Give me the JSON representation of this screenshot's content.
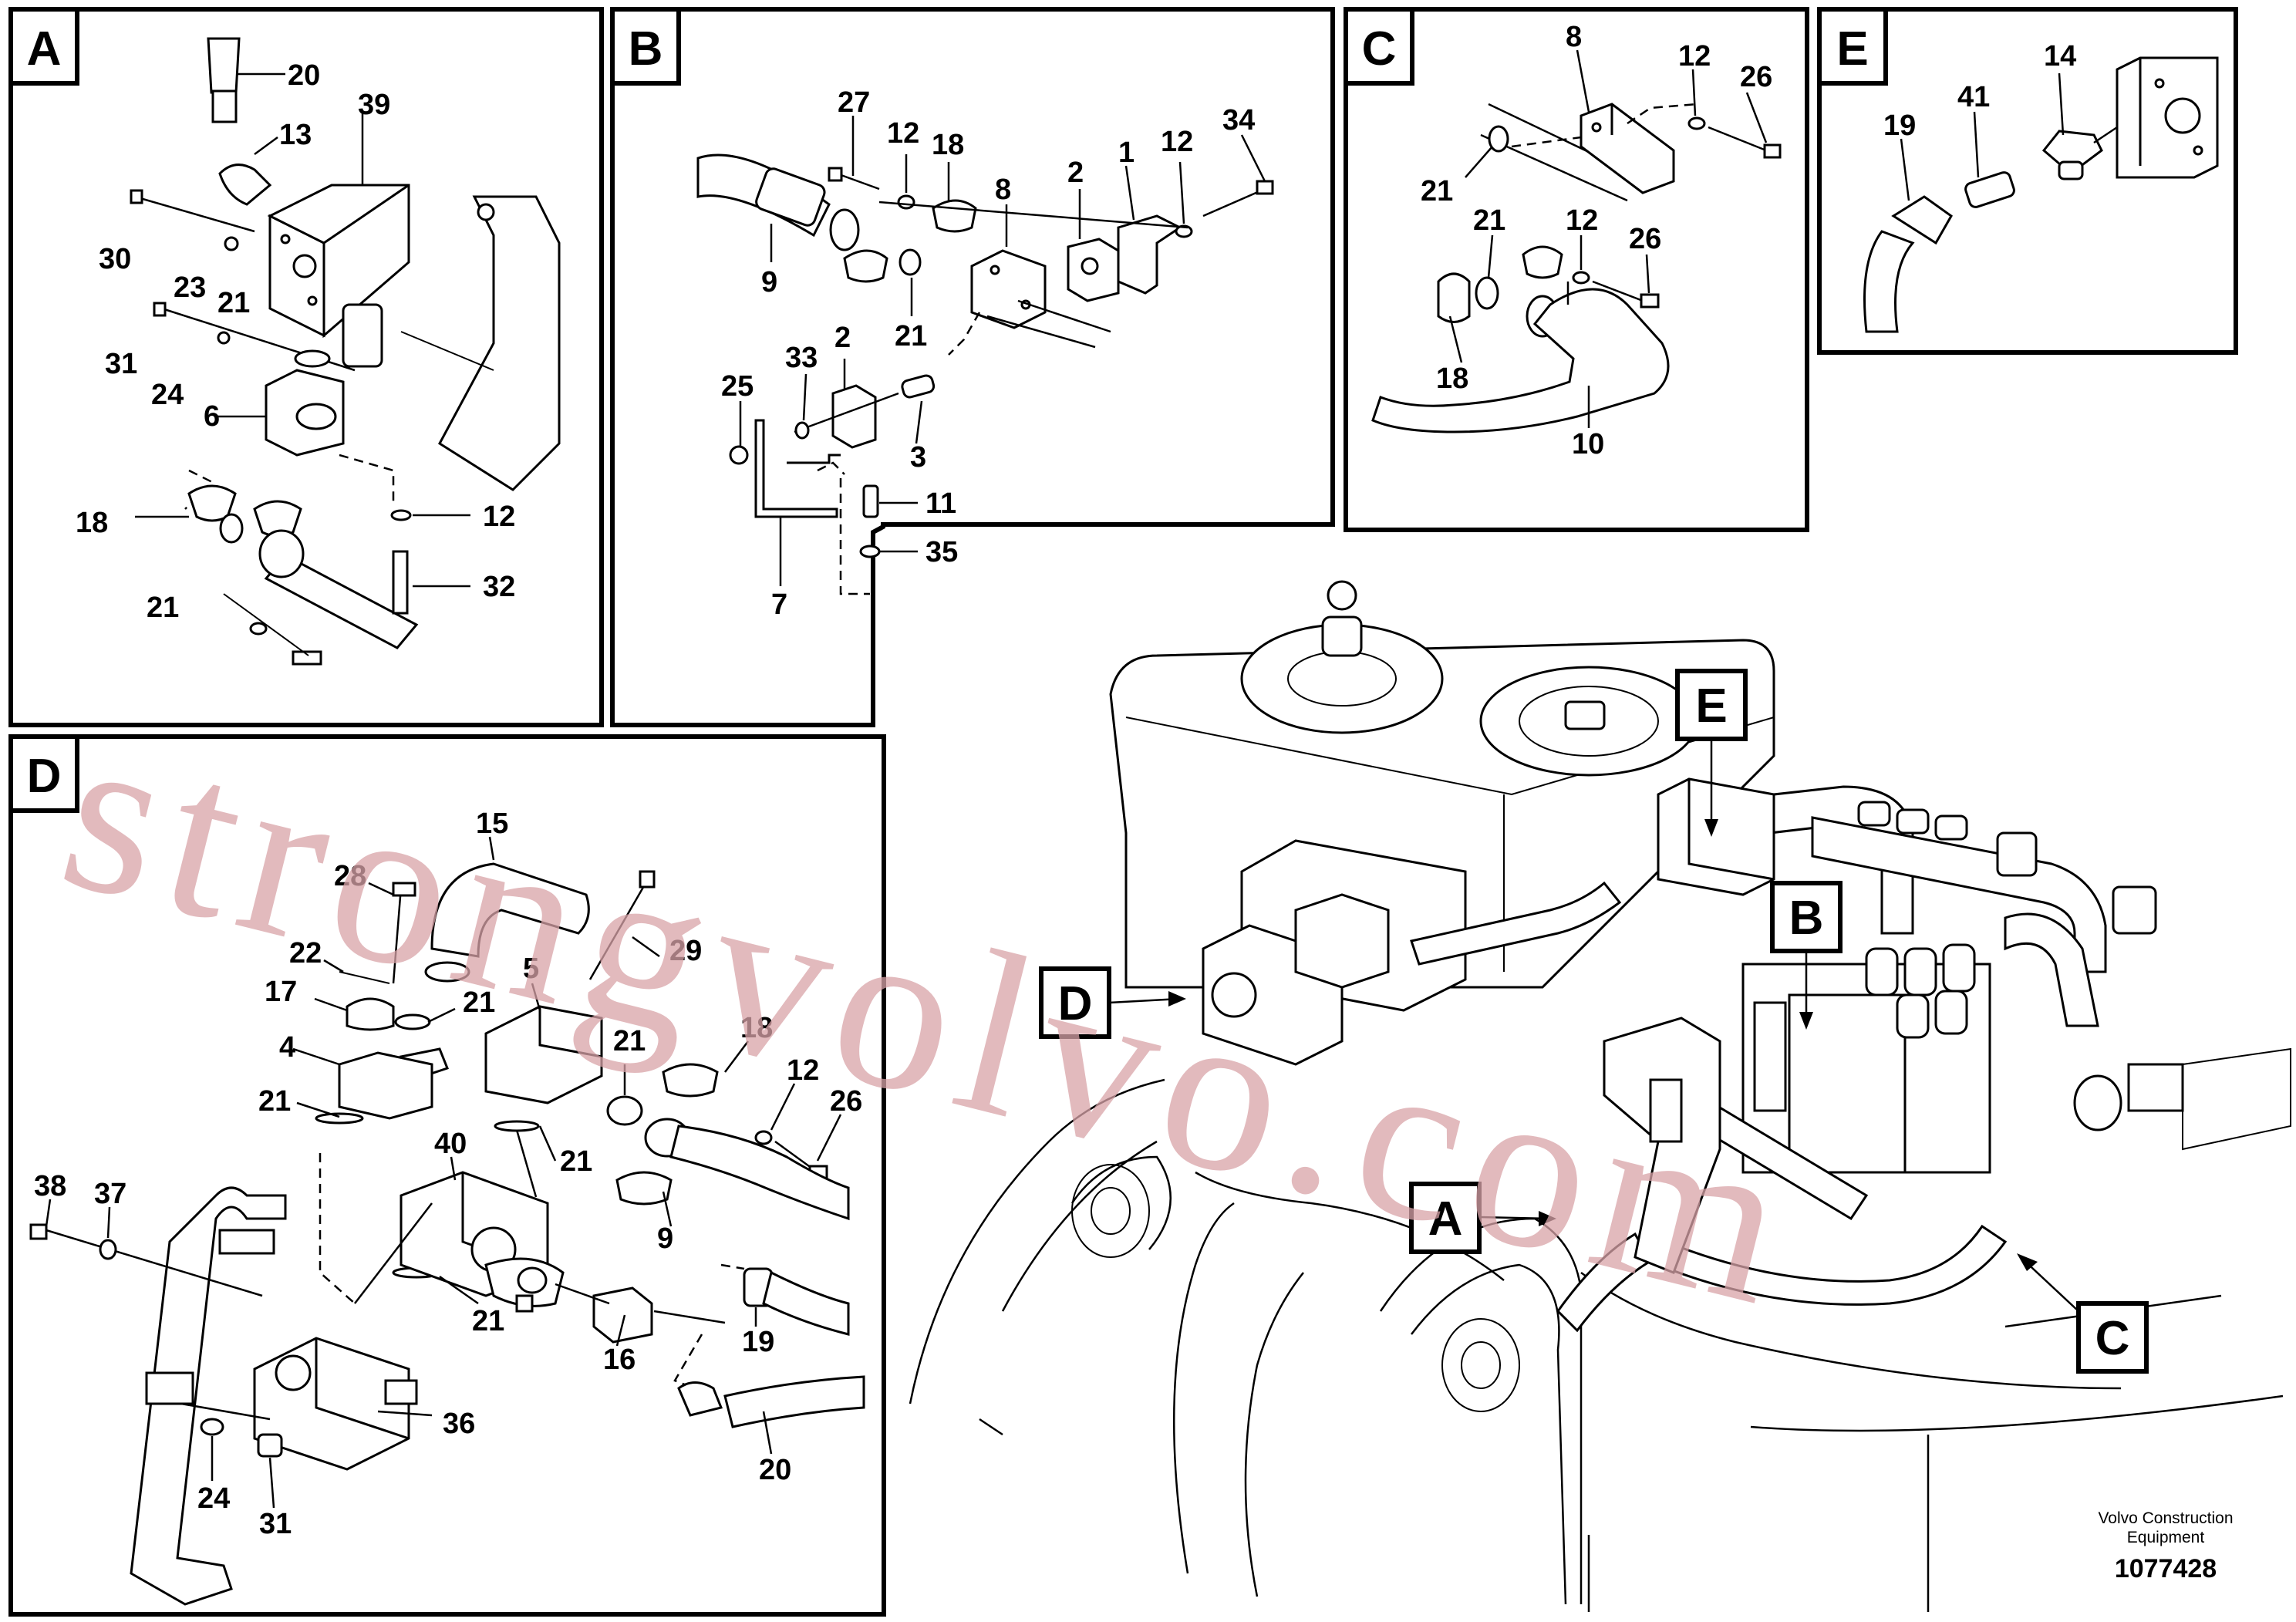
{
  "panels": {
    "A": {
      "letter": "A",
      "callouts": [
        "20",
        "39",
        "13",
        "30",
        "23",
        "21",
        "31",
        "24",
        "6",
        "18",
        "12",
        "21",
        "32"
      ]
    },
    "B": {
      "letter": "B",
      "callouts": [
        "27",
        "12",
        "18",
        "8",
        "2",
        "1",
        "12",
        "34",
        "9",
        "21",
        "33",
        "2",
        "25",
        "3",
        "11",
        "35",
        "7"
      ]
    },
    "C": {
      "letter": "C",
      "callouts": [
        "8",
        "12",
        "26",
        "21",
        "21",
        "12",
        "26",
        "18",
        "10"
      ]
    },
    "D": {
      "letter": "D",
      "callouts": [
        "15",
        "28",
        "22",
        "17",
        "21",
        "5",
        "29",
        "4",
        "21",
        "18",
        "12",
        "26",
        "21",
        "40",
        "21",
        "9",
        "38",
        "37",
        "21",
        "16",
        "19",
        "36",
        "20",
        "24",
        "31"
      ]
    },
    "E": {
      "letter": "E",
      "callouts": [
        "19",
        "41",
        "14"
      ]
    }
  },
  "main_view_labels": [
    "E",
    "B",
    "D",
    "A",
    "C"
  ],
  "watermark": "strongvolvo.com",
  "footer": {
    "line1": "Volvo Construction",
    "line2": "Equipment",
    "number": "1077428"
  }
}
